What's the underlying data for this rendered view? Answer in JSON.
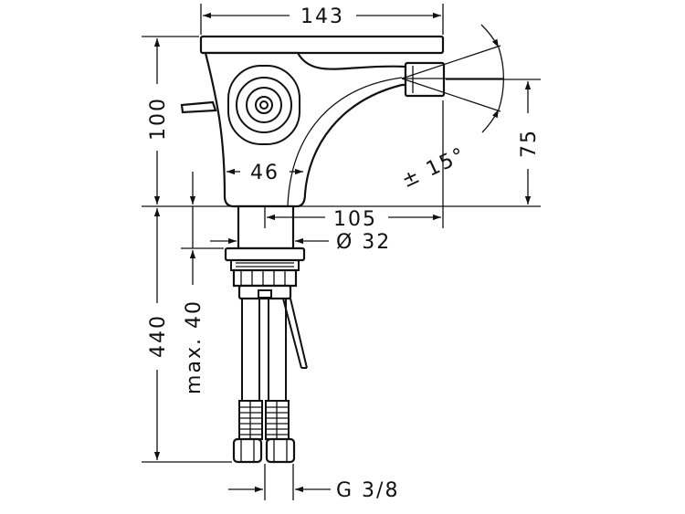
{
  "dimensions": {
    "width_top": "143",
    "height_body": "100",
    "spout_height": "75",
    "angle": "± 15°",
    "spout_reach": "105",
    "handle_width": "46",
    "diameter": "Ø 32",
    "total_length": "440",
    "max_thickness": "max. 40",
    "thread": "G 3/8"
  }
}
